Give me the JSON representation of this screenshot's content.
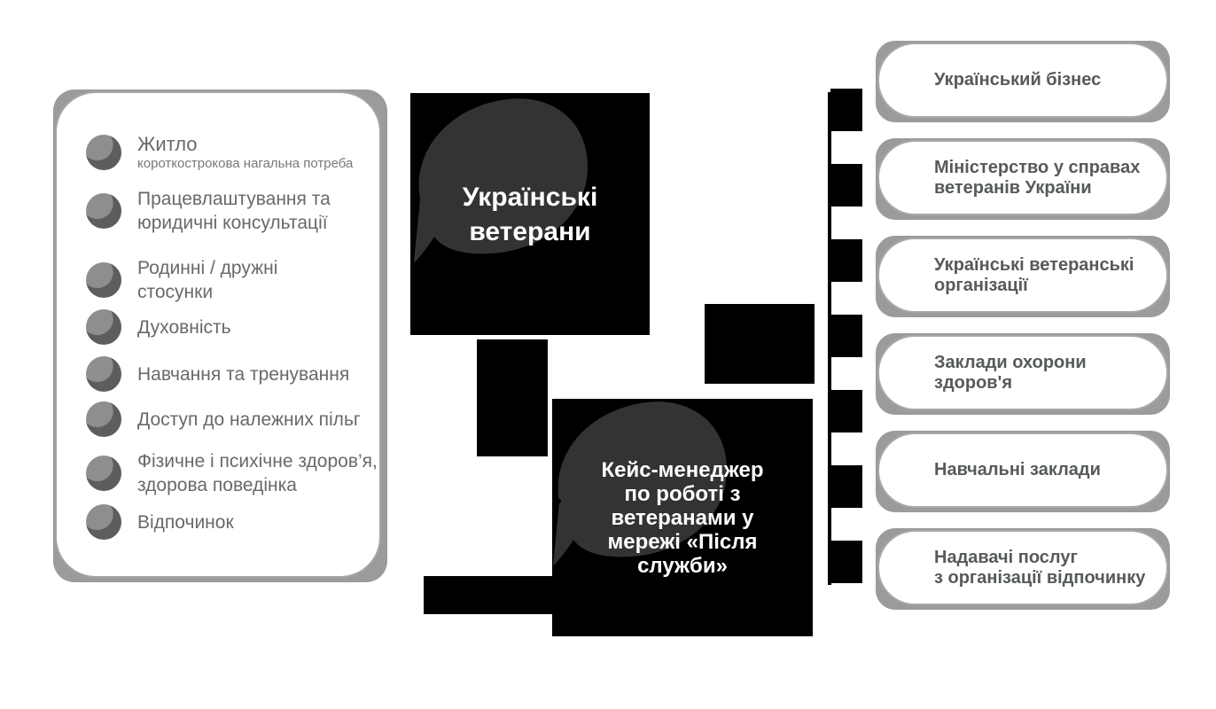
{
  "panel": {
    "items": [
      {
        "label": "Житло",
        "sublabel": "короткострокова нагальна потреба"
      },
      {
        "label": "Працевлаштування та\nюридичні консультації",
        "sublabel": ""
      },
      {
        "label": "Родинні / дружні\nстосунки",
        "sublabel": ""
      },
      {
        "label": "Духовність",
        "sublabel": ""
      },
      {
        "label": "Навчання та тренування",
        "sublabel": ""
      },
      {
        "label": "Доступ до належних пільг",
        "sublabel": ""
      },
      {
        "label": "Фізичне і психічне здоров’я,\nздорова поведінка",
        "sublabel": ""
      },
      {
        "label": "Відпочинок",
        "sublabel": ""
      }
    ]
  },
  "center": {
    "veterans_label": "Українські\nветерани",
    "case_manager_label": "Кейс-менеджер\nпо роботі з\nветеранами у\nмережі «Після\nслужби»"
  },
  "partners": {
    "boxes": [
      {
        "label": "Український бізнес"
      },
      {
        "label": "Міністерство у справах\nветеранів України"
      },
      {
        "label": "Українські ветеранські\nорганізації"
      },
      {
        "label": "Заклади охорони\nздоров'я"
      },
      {
        "label": "Навчальні заклади"
      },
      {
        "label": "Надавачі послуг\nз організації відпочинку"
      }
    ]
  },
  "colors": {
    "leaf": "#333333",
    "connector": "#000000",
    "panel_gray": "#9b9b9b",
    "list_text": "#68696b",
    "box_text": "#565a5c"
  }
}
